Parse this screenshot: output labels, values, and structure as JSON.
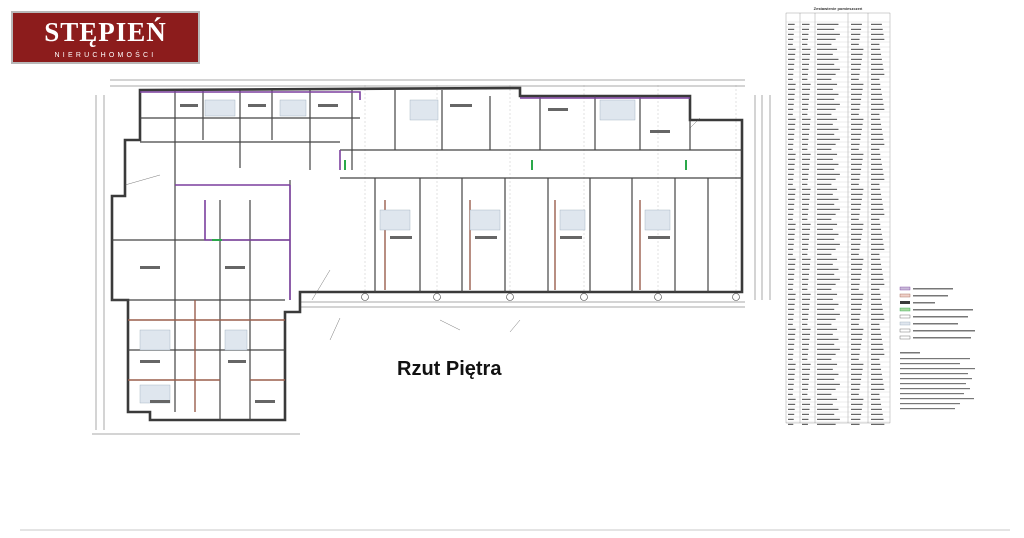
{
  "logo": {
    "brand": "STĘPIEŃ",
    "subtitle": "NIERUCHOMOŚCI",
    "background": "#8c1c1c"
  },
  "plan_title": "Rzut Piętra",
  "room_table": {
    "title": "Zestawienie pomieszczeń"
  },
  "colors": {
    "walls": "#3a3a3a",
    "partition": "#9a5e4c",
    "purple_route": "#7b3f9e",
    "green_door": "#2aa84a",
    "hatch": "#9aa8b8"
  }
}
